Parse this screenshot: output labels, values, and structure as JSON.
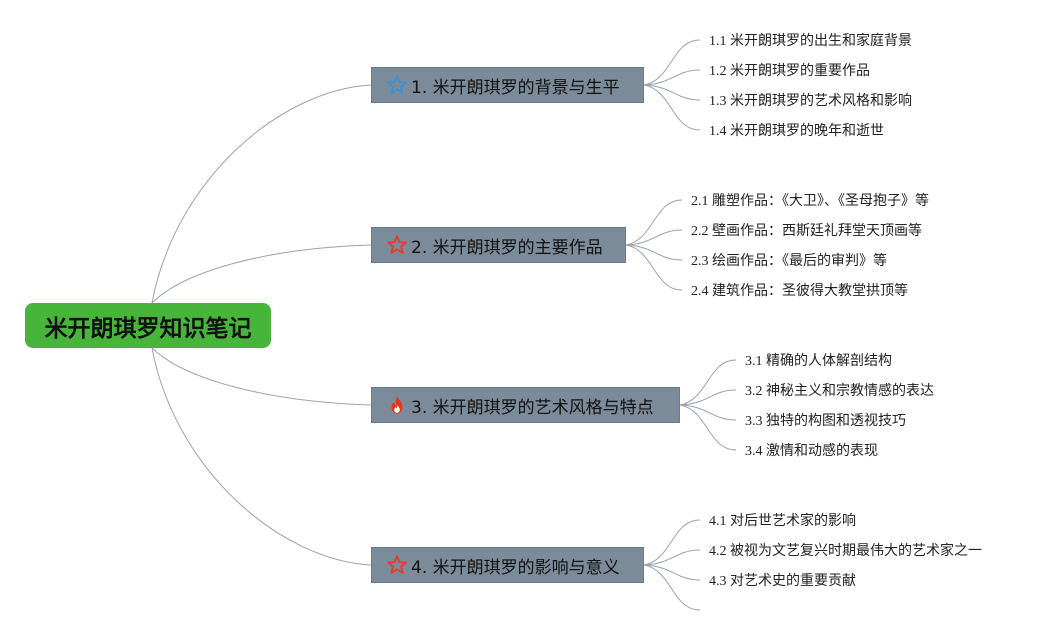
{
  "root": {
    "label": "米开朗琪罗知识笔记"
  },
  "branches": [
    {
      "label": "1. 米开朗琪罗的背景与生平",
      "icon": "blue-star-icon",
      "icon_color": "#3a8fd8",
      "children": [
        "1.1 米开朗琪罗的出生和家庭背景",
        "1.2 米开朗琪罗的重要作品",
        "1.3 米开朗琪罗的艺术风格和影响",
        "1.4 米开朗琪罗的晚年和逝世"
      ]
    },
    {
      "label": "2. 米开朗琪罗的主要作品",
      "icon": "red-star-icon",
      "icon_color": "#e23b2e",
      "children": [
        "2.1 雕塑作品：《大卫》、《圣母抱子》等",
        "2.2 壁画作品：西斯廷礼拜堂天顶画等",
        "2.3 绘画作品：《最后的审判》等",
        "2.4 建筑作品：圣彼得大教堂拱顶等"
      ]
    },
    {
      "label": "3. 米开朗琪罗的艺术风格与特点",
      "icon": "fire-icon",
      "icon_color": "#e5361b",
      "children": [
        "3.1 精确的人体解剖结构",
        "3.2 神秘主义和宗教情感的表达",
        "3.3 独特的构图和透视技巧",
        "3.4 激情和动感的表现"
      ]
    },
    {
      "label": "4. 米开朗琪罗的影响与意义",
      "icon": "red-star-icon",
      "icon_color": "#e23b2e",
      "children": [
        "4.1 对后世艺术家的影响",
        "4.2 被视为文艺复兴时期最伟大的艺术家之一",
        "4.3 对艺术史的重要贡献"
      ]
    }
  ],
  "colors": {
    "root_fill": "#46b53a",
    "branch_fill": "#7b8b99",
    "connector": "#9aa3ad"
  }
}
